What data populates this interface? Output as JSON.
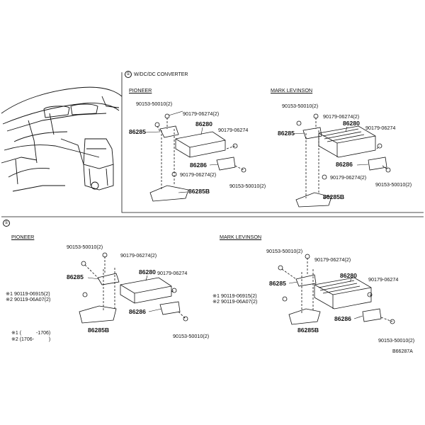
{
  "section_top": {
    "marker": "①",
    "title": "W/DC/DC CONVERTER",
    "pioneer": {
      "header": "PIONEER",
      "labels": {
        "screw_a": "90153-50010(2)",
        "nut_a": "90179-06274(2)",
        "bracket": "86285",
        "amp": "86280",
        "nut_b": "90179-06274",
        "bracket2": "86286",
        "nut_c": "90179-06274(2)",
        "screw_b": "90153-50010(2)",
        "bracket_b": "86285B"
      }
    },
    "mark_levinson": {
      "header": "MARK LEVINSON",
      "labels": {
        "screw_a": "90153-50010(2)",
        "nut_a": "90179-06274(2)",
        "bracket": "86285",
        "amp": "86280",
        "nut_b": "90179-06274",
        "bracket2": "86286",
        "nut_c": "90179-06274(2)",
        "screw_b": "90153-50010(2)",
        "bracket_b": "86285B"
      }
    }
  },
  "section_bottom": {
    "marker": "①",
    "pioneer": {
      "header": "PIONEER",
      "labels": {
        "screw_a": "90153-50010(2)",
        "nut_a": "90179-06274(2)",
        "bracket": "86285",
        "amp": "86280",
        "nut_b": "90179-06274",
        "bolt1": "※1 90119-06915(2)",
        "bolt2": "※2 90119-06A07(2)",
        "bracket2": "86286",
        "bracket_b": "86285B",
        "screw_b": "90153-50010(2)"
      }
    },
    "mark_levinson": {
      "header": "MARK LEVINSON",
      "labels": {
        "screw_a": "90153-50010(2)",
        "nut_a": "90179-06274(2)",
        "bracket": "86285",
        "amp": "86280",
        "nut_b": "90179-06274",
        "bolt1": "※1 90119-06915(2)",
        "bolt2": "※2 90119-06A07(2)",
        "bracket2": "86286",
        "bracket_b": "86285B",
        "screw_b": "90153-50010(2)"
      }
    }
  },
  "footnotes": {
    "note1": "※1 (　　　-1706)",
    "note2": "※2 (1706-　　　)"
  },
  "figure_code": "B66287A"
}
